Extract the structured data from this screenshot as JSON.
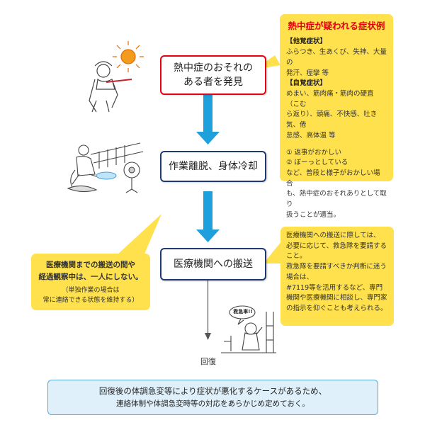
{
  "flow": {
    "step1": "熱中症のおそれの\nある者を発見",
    "step2": "作業離脱、身体冷却",
    "step3": "医療機関への搬送",
    "end": "回復"
  },
  "symptoms": {
    "title": "熱中症が疑われる症状例",
    "other_header": "【他覚症状】",
    "other_text": "ふらつき、生あくび、失神、大量の\n発汗、痙攣 等",
    "self_header": "【自覚症状】",
    "self_text": "めまい、筋肉痛・筋肉の硬直（こむ\nら返り）、頭痛、不快感、吐き気、倦\n怠感、高体温 等",
    "note": "① 返事がおかしい\n② ぼーっとしている\nなど、普段と様子がおかしい場合\nも、熱中症のおそれありとして取り\n扱うことが適当。"
  },
  "transport_note": "医療機関への搬送に際しては、\n必要に応じて、救急隊を要請する\nこと。\n救急隊を要請すべきか判断に迷う\n場合は、\n#7119等を活用するなど、専門\n機関や医療機関に相談し、専門家\nの指示を仰ぐことも考えられる。",
  "alone_note": {
    "main": "医療機関までの搬送の間や\n経過観察中は、一人にしない。",
    "sub": "（単独作業の場合は\n常に連絡できる状態を維持する）"
  },
  "speech_bubble": "救急車!!",
  "footer": {
    "line1": "回復後の体調急変等により症状が悪化するケースがあるため、",
    "line2": "連絡体制や体調急変時等の対応をあらかじめ定めておく。"
  },
  "colors": {
    "red_border": "#e60012",
    "navy_border": "#1d3b72",
    "arrow_blue": "#1ea0dc",
    "callout_yellow": "#ffe14d",
    "band_fill": "#dff0fb"
  }
}
